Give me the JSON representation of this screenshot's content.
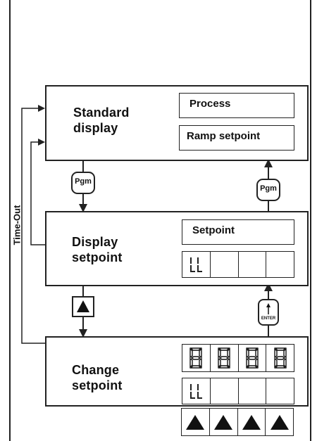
{
  "blocks": {
    "standard": {
      "title_line1": "Standard",
      "title_line2": "display",
      "field_process": "Process",
      "field_ramp": "Ramp setpoint"
    },
    "display_setpoint": {
      "title_line1": "Display",
      "title_line2": "setpoint",
      "field_setpoint": "Setpoint"
    },
    "change_setpoint": {
      "title_line1": "Change",
      "title_line2": "setpoint"
    }
  },
  "time_out_label": "Time-Out",
  "keys": {
    "pgm_label": "Pgm",
    "enter_label": "ENTER"
  },
  "segment_display": [
    "8",
    "8",
    "8",
    "8"
  ],
  "up_arrow_keys_count": 4,
  "icons": [
    "pgm-key-icon",
    "up-arrow-key-icon",
    "enter-key-icon",
    "flashing-digit-indicator-icon"
  ]
}
